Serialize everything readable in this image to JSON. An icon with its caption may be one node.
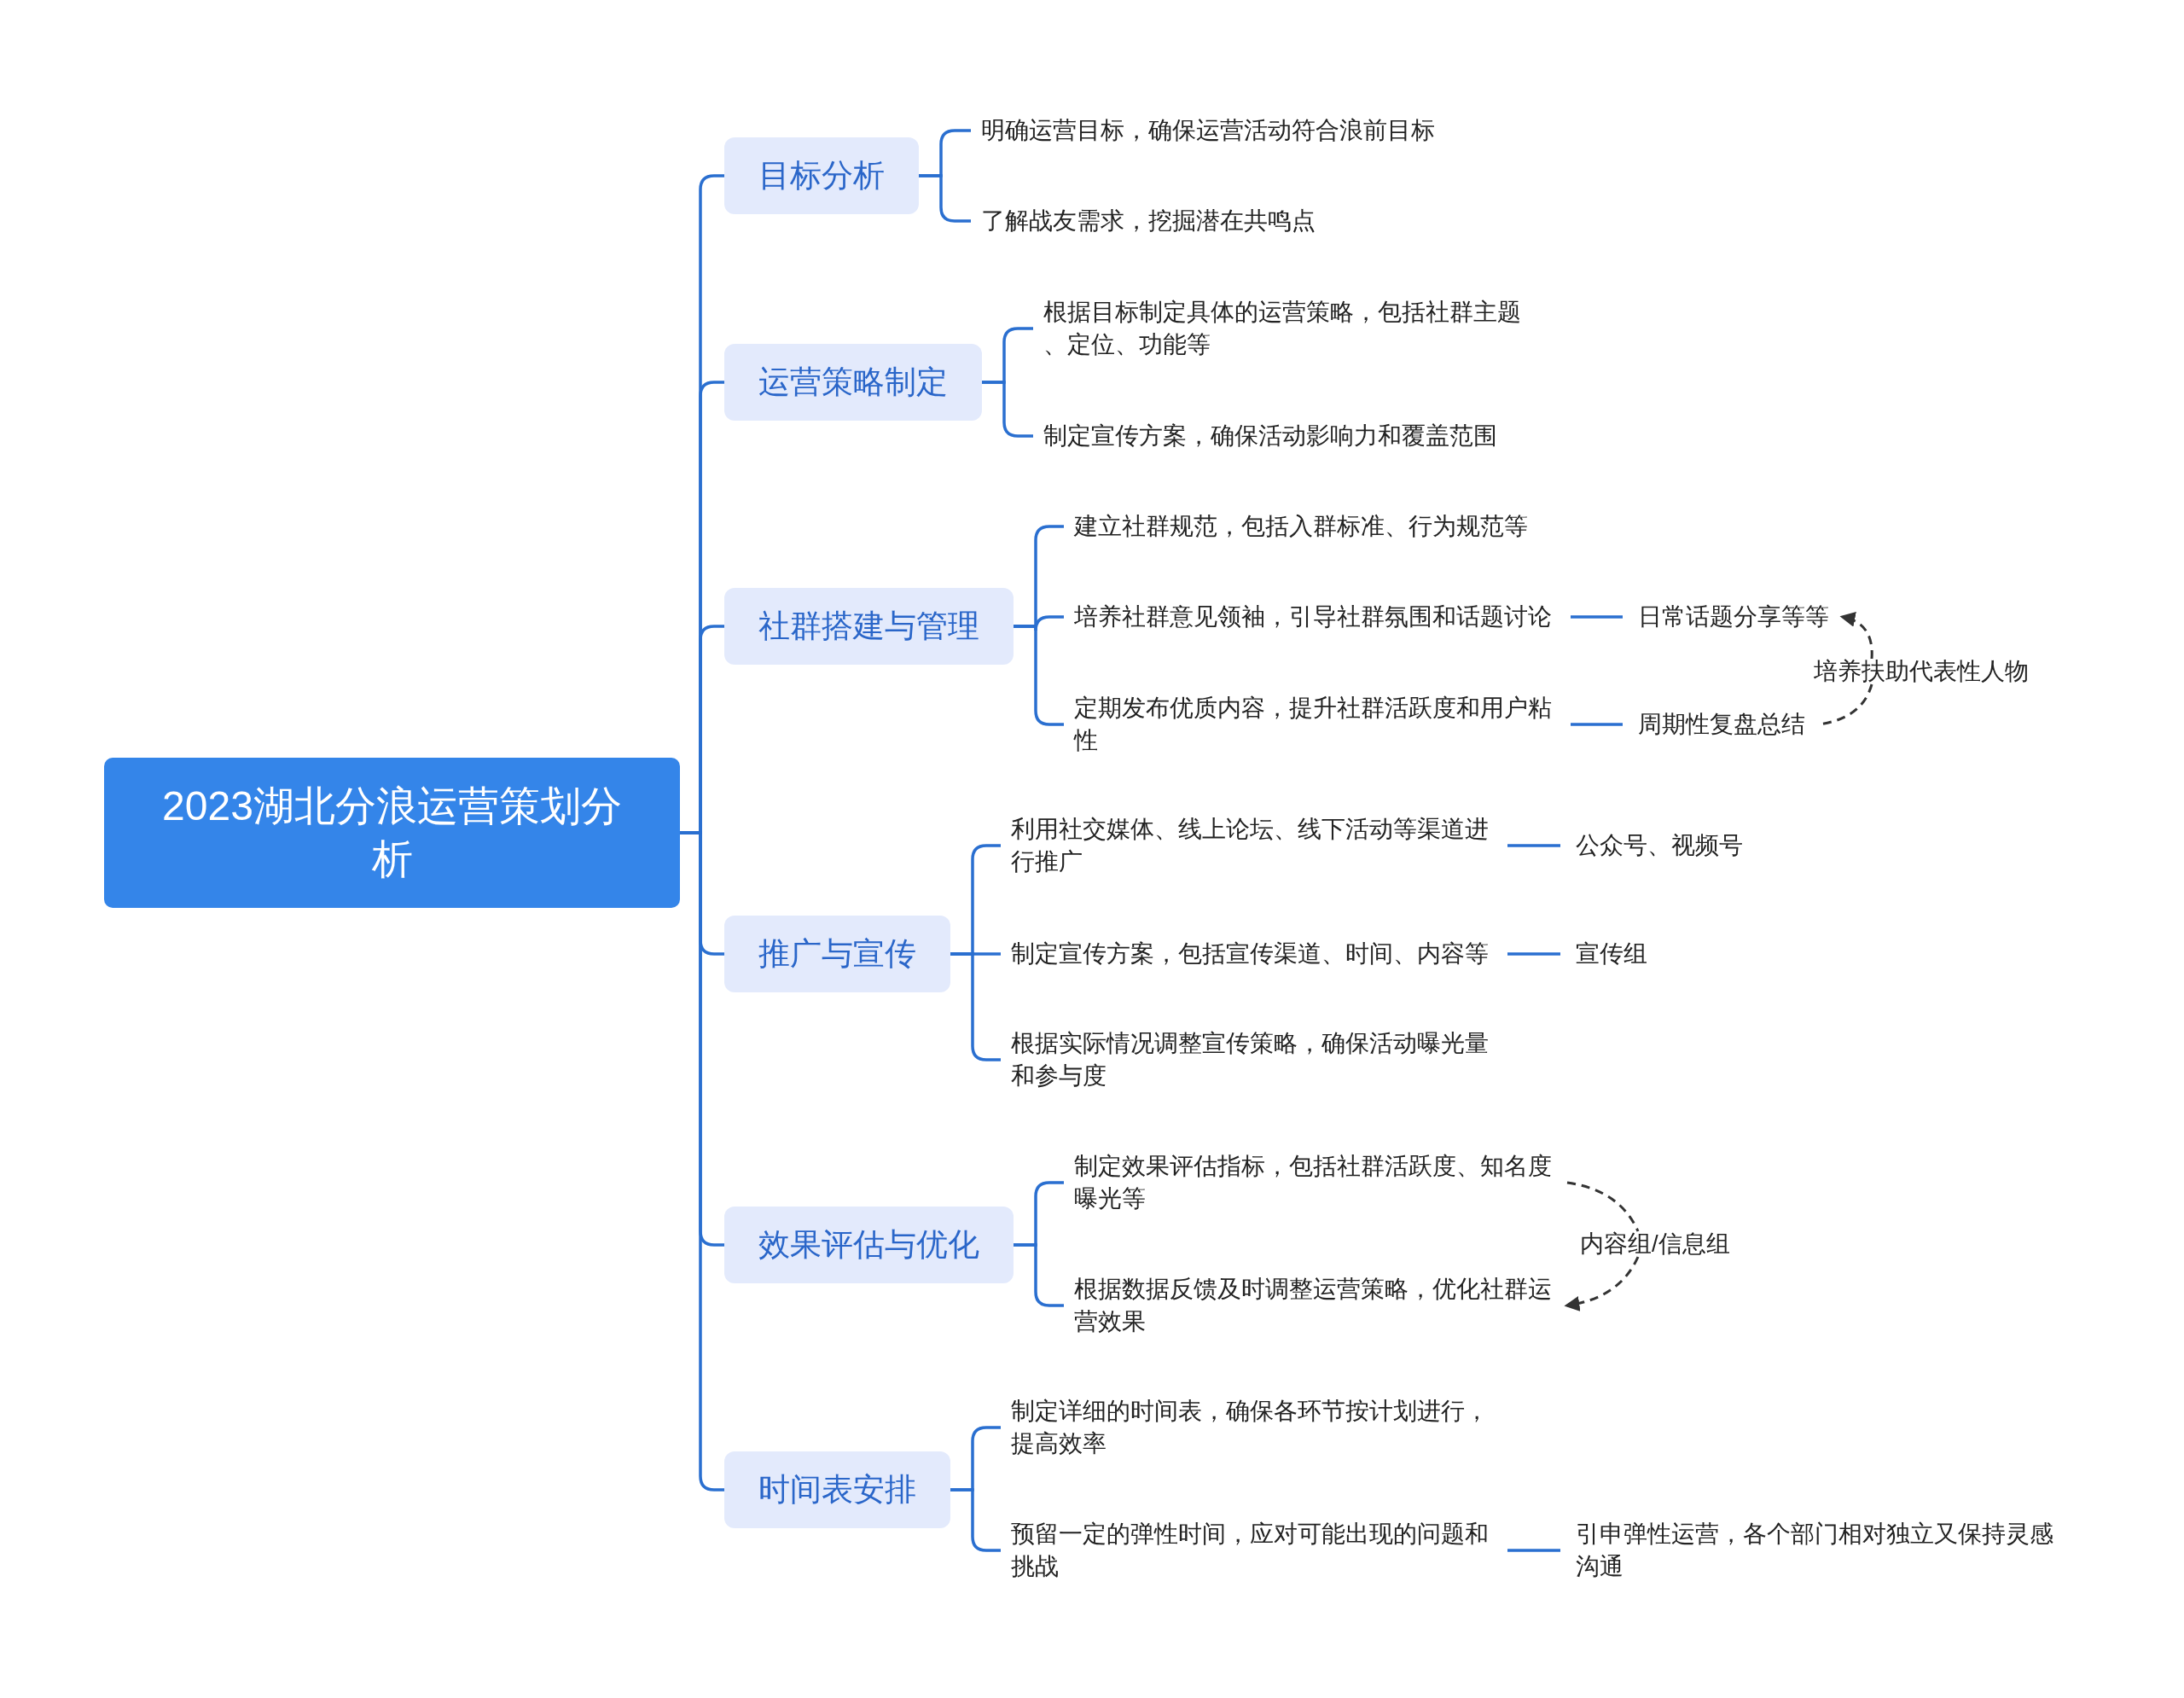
{
  "diagram": {
    "nodes": [
      {
        "text": [
          "2023湖北分浪运营策划分析"
        ]
      },
      {
        "text": [
          "目标分析"
        ]
      },
      {
        "text": [
          "运营策略制定"
        ]
      },
      {
        "text": [
          "社群搭建与管理"
        ]
      },
      {
        "text": [
          "推广与宣传"
        ]
      },
      {
        "text": [
          "效果评估与优化"
        ]
      },
      {
        "text": [
          "时间表安排"
        ]
      },
      {
        "text": [
          "明确运营目标，确保运营活动符合浪前目标"
        ]
      },
      {
        "text": [
          "了解战友需求，挖掘潜在共鸣点"
        ]
      },
      {
        "text": [
          "根据目标制定具体的运营策略，包括社群主题、定位、功能等"
        ]
      },
      {
        "text": [
          "制定宣传方案，确保活动影响力和覆盖范围"
        ]
      },
      {
        "text": [
          "建立社群规范，包括入群标准、行为规范等"
        ]
      },
      {
        "text": [
          "培养社群意见领袖，引导社群氛围和话题讨论"
        ]
      },
      {
        "text": [
          "定期发布优质内容，提升社群活跃度和用户粘性"
        ]
      },
      {
        "text": [
          "日常话题分享等等"
        ]
      },
      {
        "text": [
          "周期性复盘总结"
        ]
      },
      {
        "text": [
          "培养扶助代表性人物"
        ]
      },
      {
        "text": [
          "利用社交媒体、线上论坛、线下活动等渠道进行推广"
        ]
      },
      {
        "text": [
          "制定宣传方案，包括宣传渠道、时间、内容等"
        ]
      },
      {
        "text": [
          "根据实际情况调整宣传策略，确保活动曝光量和参与度"
        ]
      },
      {
        "text": [
          "公众号、视频号"
        ]
      },
      {
        "text": [
          "宣传组"
        ]
      },
      {
        "text": [
          "制定效果评估指标，包括社群活跃度、知名度曝光等"
        ]
      },
      {
        "text": [
          "根据数据反馈及时调整运营策略，优化社群运营效果"
        ]
      },
      {
        "text": [
          "内容组/信息组"
        ]
      },
      {
        "text": [
          "制定详细的时间表，确保各环节按计划进行，提高效率"
        ]
      },
      {
        "text": [
          "预留一定的弹性时间，应对可能出现的问题和挑战"
        ]
      },
      {
        "text": [
          "引申弹性运营，各个部门相对独立又保持灵感沟通"
        ]
      }
    ],
    "edges": [
      {
        "from": 0,
        "to": 1,
        "arrow": "none"
      },
      {
        "from": 0,
        "to": 2,
        "arrow": "none"
      },
      {
        "from": 0,
        "to": 3,
        "arrow": "none"
      },
      {
        "from": 0,
        "to": 4,
        "arrow": "none"
      },
      {
        "from": 0,
        "to": 5,
        "arrow": "none"
      },
      {
        "from": 0,
        "to": 6,
        "arrow": "none"
      },
      {
        "from": 1,
        "to": 7,
        "arrow": "none"
      },
      {
        "from": 1,
        "to": 8,
        "arrow": "none"
      },
      {
        "from": 2,
        "to": 9,
        "arrow": "none"
      },
      {
        "from": 2,
        "to": 10,
        "arrow": "none"
      },
      {
        "from": 3,
        "to": 11,
        "arrow": "none"
      },
      {
        "from": 3,
        "to": 12,
        "arrow": "none"
      },
      {
        "from": 3,
        "to": 13,
        "arrow": "none"
      },
      {
        "from": 12,
        "to": 14,
        "arrow": "none"
      },
      {
        "from": 13,
        "to": 15,
        "arrow": "none"
      },
      {
        "from": 16,
        "to": 14,
        "arrow": "to",
        "style": "dashed",
        "color": "#333333"
      },
      {
        "from": 16,
        "to": 15,
        "arrow": "none",
        "style": "dashed",
        "color": "#333333"
      },
      {
        "from": 4,
        "to": 17,
        "arrow": "none"
      },
      {
        "from": 4,
        "to": 18,
        "arrow": "none"
      },
      {
        "from": 4,
        "to": 19,
        "arrow": "none"
      },
      {
        "from": 17,
        "to": 20,
        "arrow": "none"
      },
      {
        "from": 18,
        "to": 21,
        "arrow": "none"
      },
      {
        "from": 5,
        "to": 22,
        "arrow": "none"
      },
      {
        "from": 5,
        "to": 23,
        "arrow": "none"
      },
      {
        "from": 22,
        "to": 24,
        "arrow": "none",
        "style": "dashed",
        "color": "#333333"
      },
      {
        "from": 24,
        "to": 23,
        "arrow": "to",
        "style": "dashed",
        "color": "#333333"
      },
      {
        "from": 6,
        "to": 25,
        "arrow": "none"
      },
      {
        "from": 6,
        "to": 26,
        "arrow": "none"
      },
      {
        "from": 26,
        "to": 27,
        "arrow": "none"
      }
    ]
  }
}
